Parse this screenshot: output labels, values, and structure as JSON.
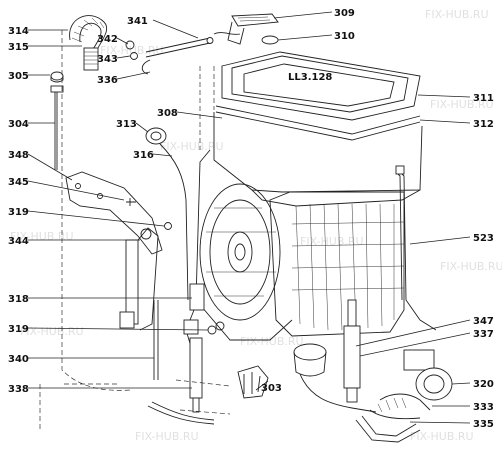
{
  "labels": {
    "l341": "341",
    "l309": "309",
    "l314": "314",
    "l342": "342",
    "l310": "310",
    "l315": "315",
    "l343": "343",
    "l305": "305",
    "l336": "336",
    "l311": "311",
    "l308": "308",
    "l304": "304",
    "l313": "313",
    "l312": "312",
    "l316": "316",
    "l348": "348",
    "l345": "345",
    "l319a": "319",
    "l344": "344",
    "l523": "523",
    "l318": "318",
    "l347": "347",
    "l319b": "319",
    "l337": "337",
    "l340": "340",
    "l320": "320",
    "l338": "338",
    "l303": "303",
    "l333": "333",
    "l335": "335"
  },
  "drum_marking": "LL3.128",
  "watermark": "FIX-HUB.RU"
}
